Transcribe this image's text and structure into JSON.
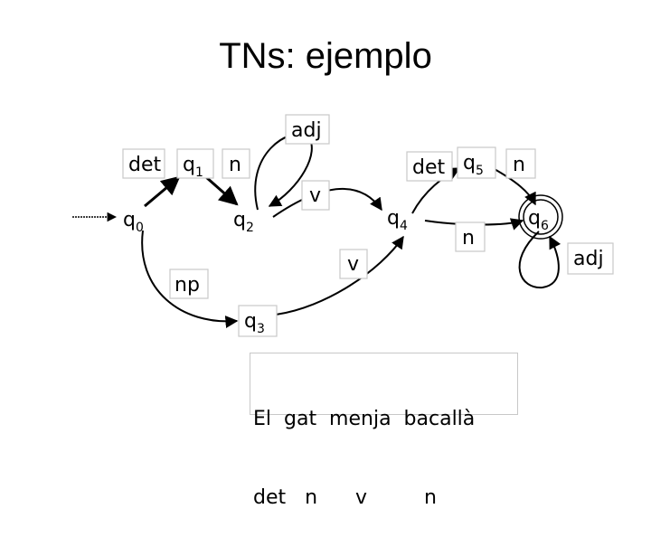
{
  "title": "TNs: ejemplo",
  "states": {
    "q0": {
      "name": "q",
      "sub": "0"
    },
    "q1": {
      "name": "q",
      "sub": "1"
    },
    "q2": {
      "name": "q",
      "sub": "2"
    },
    "q3": {
      "name": "q",
      "sub": "3"
    },
    "q4": {
      "name": "q",
      "sub": "4"
    },
    "q5": {
      "name": "q",
      "sub": "5"
    },
    "q6": {
      "name": "q",
      "sub": "6"
    }
  },
  "edge_labels": {
    "det1": "det",
    "n1": "n",
    "adj1": "adj",
    "v1": "v",
    "det2": "det",
    "n2": "n",
    "n3": "n",
    "v2": "v",
    "np": "np",
    "adj2": "adj"
  },
  "sentence": {
    "words": "El  gat  menja  bacallà",
    "tags": "det   n      v         n"
  }
}
